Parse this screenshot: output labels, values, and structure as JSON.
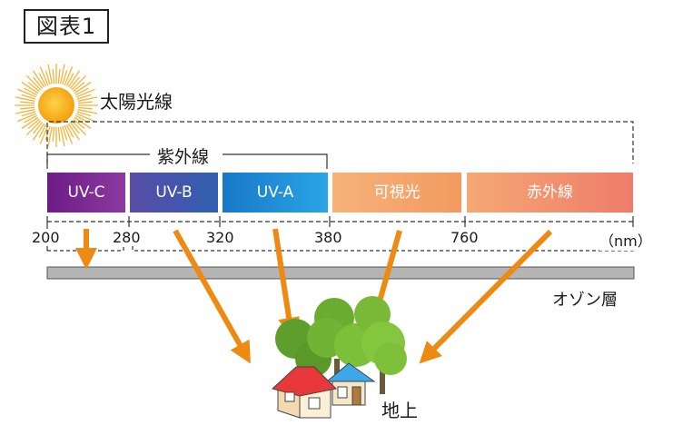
{
  "figure_label": "図表1",
  "sunlight_label": "太陽光線",
  "uv_label": "紫外線",
  "bands": [
    {
      "label": "UV-C"
    },
    {
      "label": "UV-B"
    },
    {
      "label": "UV-A"
    },
    {
      "label": "可視光"
    },
    {
      "label": "赤外線"
    }
  ],
  "wavelength_ticks": [
    "200",
    "280",
    "320",
    "380",
    "760"
  ],
  "unit_label": "（nm）",
  "ozone_label": "オゾン層",
  "ground_label": "地上",
  "colors": {
    "uvc": "#7b2a8c",
    "uvb": "#3b56a8",
    "uva": "#1e8fd6",
    "visible": "#f4a86a",
    "infrared": "#f08a6e",
    "arrow": "#ee8a12",
    "ozone": "#b4b4b4",
    "sun": "#f7a50c"
  }
}
